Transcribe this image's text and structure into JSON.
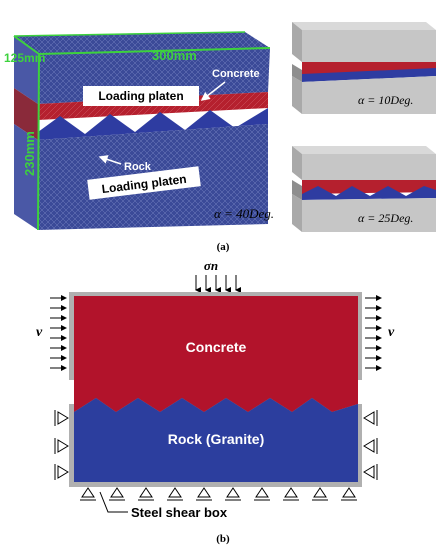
{
  "panel_a": {
    "caption": "(a)",
    "main_model": {
      "dim_depth": "125mm",
      "dim_length": "300mm",
      "dim_height": "230mm",
      "label_concrete": "Concrete",
      "label_rock": "Rock",
      "label_platen_top": "Loading platen",
      "label_platen_bottom": "Loading platen",
      "alpha_label": "α = 40Deg."
    },
    "thumb_10": {
      "alpha_label": "α = 10Deg."
    },
    "thumb_25": {
      "alpha_label": "α = 25Deg."
    },
    "colors": {
      "mesh": "#3b4a98",
      "concrete": "#b5202e",
      "rock": "#2e3ca1",
      "dimension": "#3dd23d",
      "platen_gray": "#bdbdbd"
    }
  },
  "panel_b": {
    "caption": "(b)",
    "sigma_label": "σn",
    "v_left": "v",
    "v_right": "v",
    "concrete_label": "Concrete",
    "rock_label": "Rock (Granite)",
    "box_label": "Steel shear box",
    "colors": {
      "concrete": "#b2132b",
      "rock": "#2c3e9e",
      "box": "#b0b0b0"
    }
  }
}
